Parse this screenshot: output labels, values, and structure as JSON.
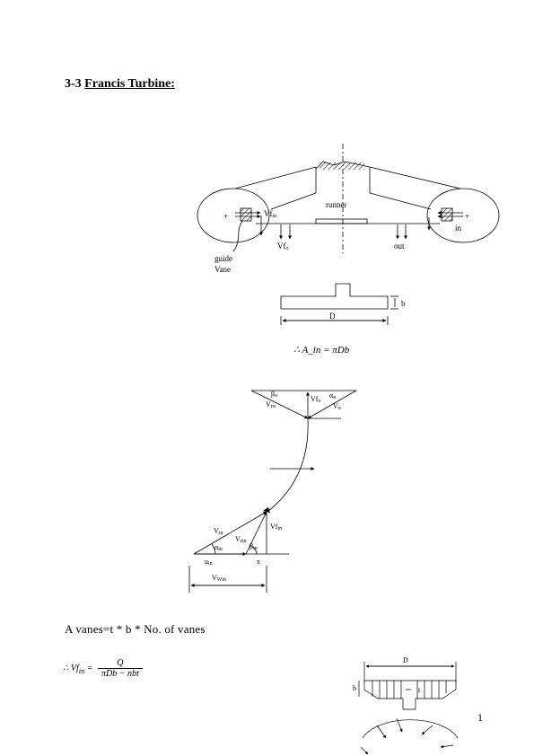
{
  "heading": {
    "number": "3-3",
    "title": "Francis Turbine:"
  },
  "figure1": {
    "runner": "runner",
    "vf_in": "Vf",
    "vf_in_sub": "in",
    "vf_o": "Vf",
    "vf_o_sub": "o",
    "out": "out",
    "in": "in",
    "guide_vane": [
      "guide",
      "Vane"
    ],
    "plus": "+"
  },
  "figure2": {
    "D": "D",
    "b": "b"
  },
  "area_formula": "∴ A_in = πDb",
  "figure3": {
    "beta_o": "β",
    "beta_o_sub": "o",
    "alpha_o": "α",
    "alpha_o_sub": "o",
    "vr_o": "V",
    "vr_o_sub": "ro",
    "vf_o": "Vf",
    "vf_o_sub": "o",
    "v_o": "V",
    "v_o_sub": "o",
    "v_in": "V",
    "v_in_sub": "in",
    "alpha_in": "α",
    "alpha_in_sub": "in",
    "vr_in": "V",
    "vr_in_sub": "rin",
    "beta_in": "β",
    "beta_in_sub": "in",
    "vf_in": "Vf",
    "vf_in_sub": "in",
    "u_in": "u",
    "u_in_sub": "in",
    "x": "x",
    "vw_in": "V",
    "vw_in_sub": "Win"
  },
  "vanes_line": "A vanes=t * b * No. of vanes",
  "flow_formula": {
    "lhs": "∴ Vf",
    "lhs_sub": "in",
    "numerator": "Q",
    "denominator": "πDb − nbt"
  },
  "figure4": {
    "D": "D",
    "b": "b",
    "t": "t"
  },
  "page_number": "1"
}
